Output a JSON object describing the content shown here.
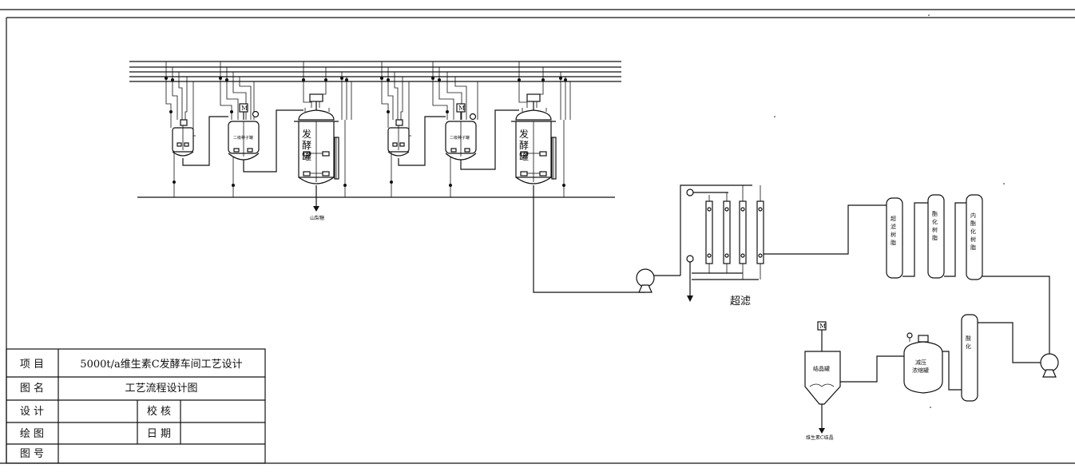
{
  "pipes": {
    "header_labels": [
      "",
      "",
      "",
      "",
      ""
    ],
    "drain_label": ""
  },
  "vessels": {
    "seed1_label": "",
    "seed2_label": "二级种子罐",
    "fermenter_label": [
      "发",
      "酵",
      "罐"
    ],
    "motor_label": "M",
    "sorbose_label": "山梨糖",
    "crystallizer_label": "结晶罐",
    "evaporator_label": [
      "减压",
      "浓缩罐"
    ],
    "product_label": "维生素C结晶"
  },
  "process": {
    "ultrafiltration_label": "超滤",
    "column1_label": [
      "超",
      "滤",
      "树",
      "脂"
    ],
    "column2_label": [
      "酯",
      "化",
      "树",
      "脂"
    ],
    "column3_label": [
      "内",
      "酯",
      "化",
      "树",
      "脂"
    ],
    "column4_label": [
      "酸",
      "化"
    ]
  },
  "title_block": {
    "row1_label": "项 目",
    "row1_value": "5000t/a维生素C发酵车间工艺设计",
    "row2_label": "图 名",
    "row2_value": "工艺流程设计图",
    "row3_label": "设 计",
    "row3_mid": "校 核",
    "row4_label": "绘 图",
    "row4_mid": "日 期",
    "row5_label": "图 号"
  },
  "colors": {
    "line": "#111111",
    "background": "#ffffff"
  }
}
